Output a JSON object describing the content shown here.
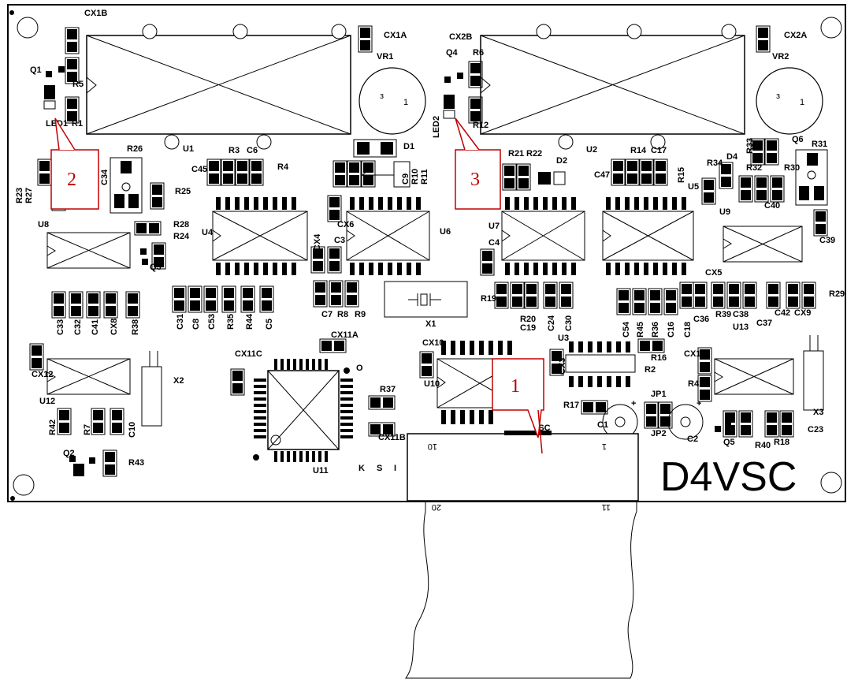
{
  "board_name": "D4VSC",
  "callouts": [
    {
      "number": "1",
      "color": "#c00000"
    },
    {
      "number": "2",
      "color": "#c00000"
    },
    {
      "number": "3",
      "color": "#c00000"
    }
  ],
  "connector_pins": {
    "top_left": "10",
    "top_right": "1",
    "bottom_left": "20",
    "bottom_right": "11"
  },
  "connector_letters": [
    "K",
    "S",
    "I"
  ],
  "labels": {
    "cx1b": "CX1B",
    "cx1a": "CX1A",
    "vr1": "VR1",
    "cx2b": "CX2B",
    "q4": "Q4",
    "r6": "R6",
    "cx2a": "CX2A",
    "vr2": "VR2",
    "q1": "Q1",
    "r5": "R5",
    "led1": "LED1",
    "r1": "R1",
    "led2": "LED2",
    "r12": "R12",
    "u1": "U1",
    "r3": "R3",
    "c6": "C6",
    "c45": "C45",
    "r4": "R4",
    "d1": "D1",
    "r26": "R26",
    "c34": "C34",
    "r23": "R23",
    "r27": "R27",
    "r25": "R25",
    "c9": "C9",
    "r10": "R10",
    "r11": "R11",
    "r21": "R21",
    "r22": "R22",
    "d2": "D2",
    "u2": "U2",
    "r14": "R14",
    "c17": "C17",
    "c47": "C47",
    "r15": "R15",
    "d4": "D4",
    "r33": "R33",
    "q6": "Q6",
    "r31": "R31",
    "r34": "R34",
    "r32": "R32",
    "r30": "R30",
    "u5": "U5",
    "u9": "U9",
    "c40": "C40",
    "c39": "C39",
    "u8": "U8",
    "r28": "R28",
    "r24": "R24",
    "q3": "Q3",
    "u4": "U4",
    "cx4": "CX4",
    "cx6": "CX6",
    "c3": "C3",
    "u6": "U6",
    "u7": "U7",
    "c4": "C4",
    "cx5": "CX5",
    "c33": "C33",
    "c32": "C32",
    "c41": "C41",
    "cx8": "CX8",
    "r38": "R38",
    "c31": "C31",
    "c8": "C8",
    "c53": "C53",
    "r35": "R35",
    "r44": "R44",
    "c5": "C5",
    "c7": "C7",
    "r8": "R8",
    "r9": "R9",
    "x1": "X1",
    "r19": "R19",
    "r20": "R20",
    "c19": "C19",
    "c24": "C24",
    "c30": "C30",
    "c54": "C54",
    "r45": "R45",
    "r36": "R36",
    "c16": "C16",
    "c18": "C18",
    "c36": "C36",
    "r39": "R39",
    "c38": "C38",
    "c42": "C42",
    "cx9": "CX9",
    "r29": "R29",
    "u13": "U13",
    "c37": "C37",
    "cx11a": "CX11A",
    "cx12": "CX12",
    "u12": "U12",
    "x2": "X2",
    "cx11c": "CX11C",
    "o": "O",
    "cx10": "CX10",
    "u10": "U10",
    "u3": "U3",
    "cx3": "CX3",
    "r16": "R16",
    "r2": "R2",
    "cx13": "CX13",
    "r41": "R41",
    "x3": "X3",
    "r37": "R37",
    "jp1": "JP1",
    "r17": "R17",
    "c1": "C1",
    "jp2": "JP2",
    "c2": "C2",
    "q5": "Q5",
    "r40": "R40",
    "r18": "R18",
    "c23": "C23",
    "r42": "R42",
    "r7": "R7",
    "c10": "C10",
    "cx11b": "CX11B",
    "vsc": "VSC",
    "q2": "Q2",
    "r43": "R43",
    "u11": "U11"
  }
}
